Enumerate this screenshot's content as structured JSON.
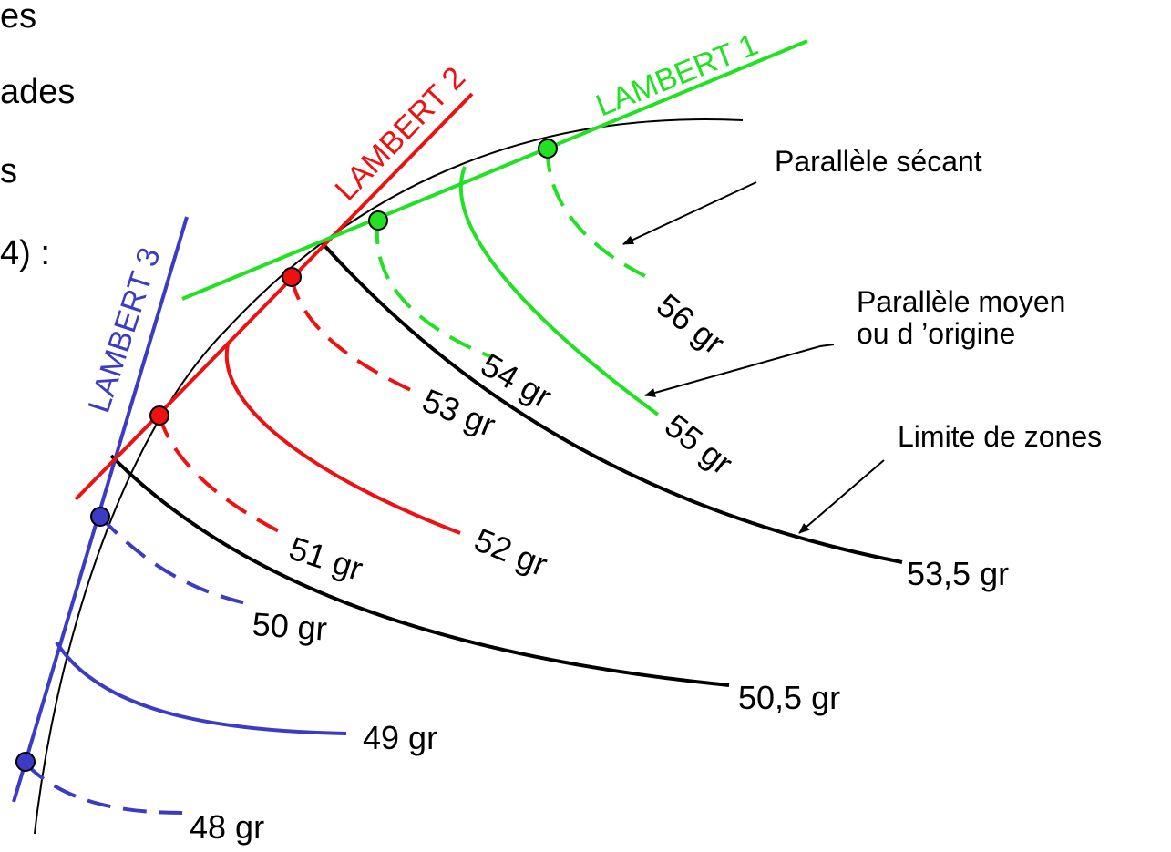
{
  "colors": {
    "lambert1": "#22e022",
    "lambert2": "#ee1111",
    "lambert3": "#3b3bc4",
    "limit": "#000000"
  },
  "left_text_fragments": [
    "es",
    "ades",
    "s",
    "4) :"
  ],
  "projections": {
    "lambert1": "LAMBERT 1",
    "lambert2": "LAMBERT 2",
    "lambert3": "LAMBERT 3"
  },
  "parallels": {
    "p48": "48 gr",
    "p49": "49 gr",
    "p50": "50 gr",
    "p50_5": "50,5 gr",
    "p51": "51 gr",
    "p52": "52 gr",
    "p53": "53 gr",
    "p53_5": "53,5 gr",
    "p54": "54 gr",
    "p55": "55 gr",
    "p56": "56 gr"
  },
  "annotations": {
    "secant": "Parallèle sécant",
    "mean_line1": "Parallèle moyen",
    "mean_line2": "ou d ’origine",
    "zone_limit": "Limite de zones"
  }
}
